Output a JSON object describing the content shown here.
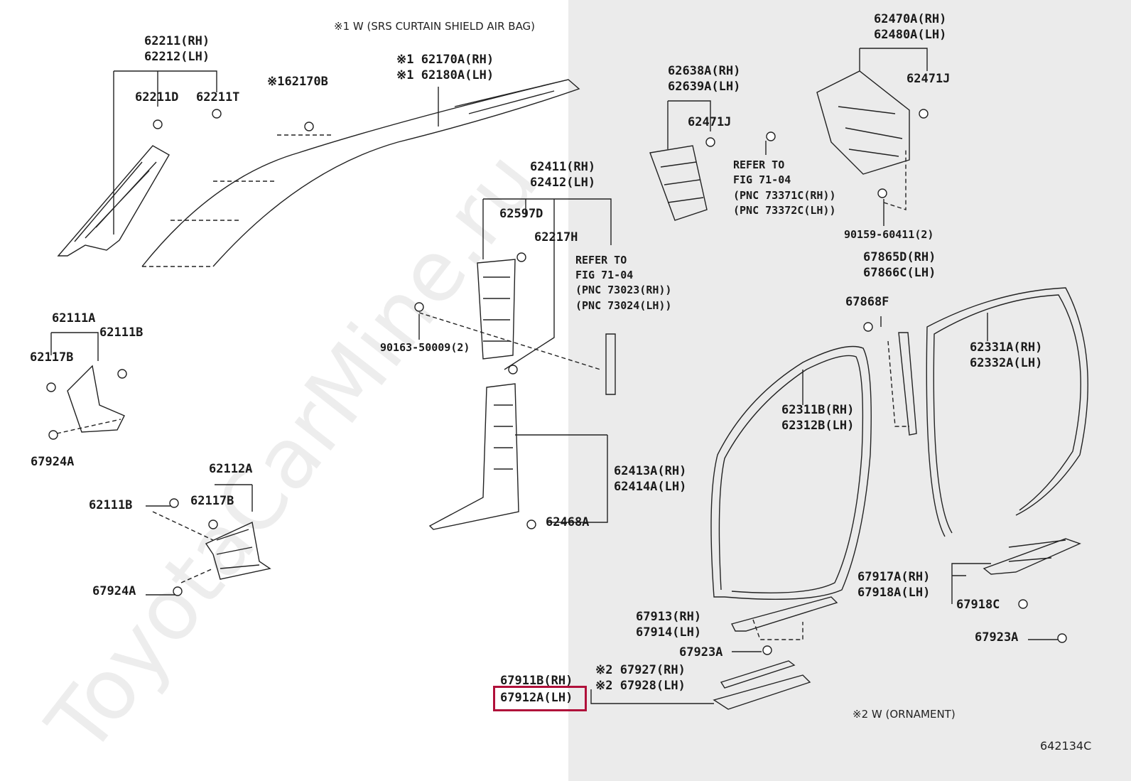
{
  "notes": {
    "top": "※1 W (SRS CURTAIN SHIELD AIR BAG)",
    "bottom": "※2 W (ORNAMENT)",
    "figure_code": "642134C",
    "watermark": "ToyotaCarMine.ru"
  },
  "colors": {
    "highlight": "#b0103a",
    "right_panel": "#ebebeb"
  },
  "labels": {
    "l62211": "62211(RH)",
    "l62212": "62212(LH)",
    "l62211D": "62211D",
    "l62211T": "62211T",
    "l62170B": "※162170B",
    "l62170A": "※1 62170A(RH)",
    "l62180A": "※1 62180A(LH)",
    "l62638A": "62638A(RH)",
    "l62639A": "62639A(LH)",
    "l62471J_a": "62471J",
    "l62470A": "62470A(RH)",
    "l62480A": "62480A(LH)",
    "l62471J_b": "62471J",
    "ref1_l1": "REFER TO",
    "ref1_l2": "FIG 71-04",
    "ref1_l3": "(PNC 73371C(RH))",
    "ref1_l4": "(PNC 73372C(LH))",
    "l90159": "90159-60411(2)",
    "l62411": "62411(RH)",
    "l62412": "62412(LH)",
    "l62597D": "62597D",
    "l62217H": "62217H",
    "ref2_l1": "REFER TO",
    "ref2_l2": "FIG 71-04",
    "ref2_l3": "(PNC 73023(RH))",
    "ref2_l4": "(PNC 73024(LH))",
    "l90163": "90163-50009(2)",
    "l67865D": "67865D(RH)",
    "l67866C": "67866C(LH)",
    "l67868F": "67868F",
    "l62331A": "62331A(RH)",
    "l62332A": "62332A(LH)",
    "l62111A": "62111A",
    "l62111B_a": "62111B",
    "l62117B_a": "62117B",
    "l67924A_a": "67924A",
    "l62311B": "62311B(RH)",
    "l62312B": "62312B(LH)",
    "l62413A": "62413A(RH)",
    "l62414A": "62414A(LH)",
    "l62468A": "62468A",
    "l62112A": "62112A",
    "l62111B_b": "62111B",
    "l62117B_b": "62117B",
    "l67924A_b": "67924A",
    "l67917A": "67917A(RH)",
    "l67918A": "67918A(LH)",
    "l67918C": "67918C",
    "l67913": "67913(RH)",
    "l67914": "67914(LH)",
    "l67923A_a": "67923A",
    "l67923A_b": "67923A",
    "l67927": "※2 67927(RH)",
    "l67928": "※2 67928(LH)",
    "l67911B": "67911B(RH)",
    "l67912A": "67912A(LH)"
  }
}
